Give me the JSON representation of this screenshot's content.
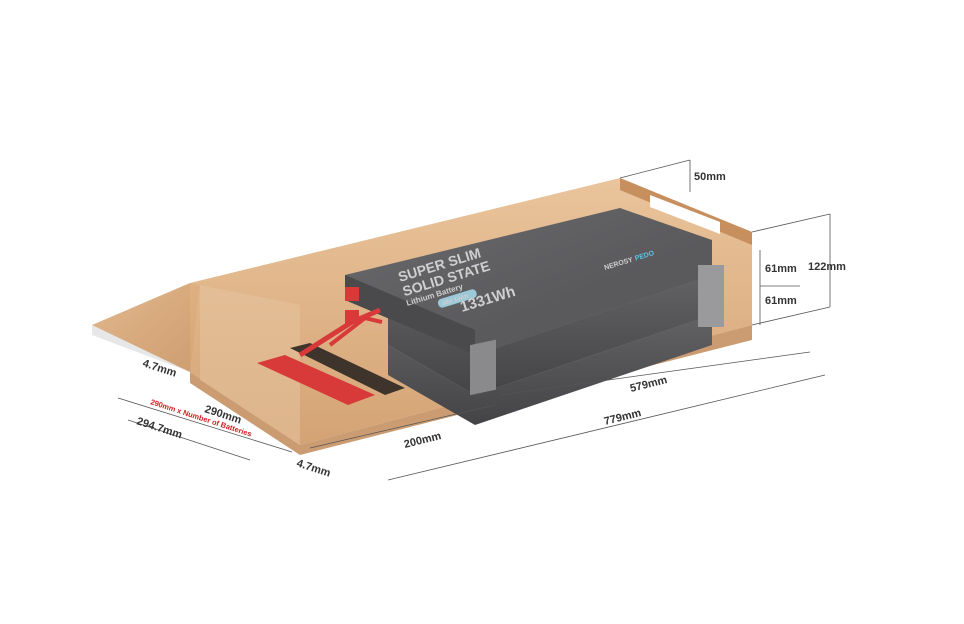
{
  "dimensions": {
    "top_clearance": "50mm",
    "battery_height_upper": "61mm",
    "battery_height_lower": "61mm",
    "total_height": "122mm",
    "wall_left": "4.7mm",
    "wall_front": "4.7mm",
    "battery_length": "579mm",
    "total_length": "779mm",
    "busbar_space": "200mm",
    "battery_width": "290mm",
    "total_width": "294.7mm",
    "width_note": "290mm x Number of Batteries"
  },
  "battery": {
    "line1": "SUPER SLIM",
    "line2": "SOLID STATE",
    "line3": "Lithium Battery",
    "badge": "48V 14Ah",
    "capacity": "1331Wh",
    "brand_left": "NEROSY",
    "brand_right": "PEDO"
  },
  "colors": {
    "wood": "#d9a878",
    "battery": "#5d5d5f",
    "busbar_red": "#d83a3a",
    "label_red": "#cc2222"
  }
}
